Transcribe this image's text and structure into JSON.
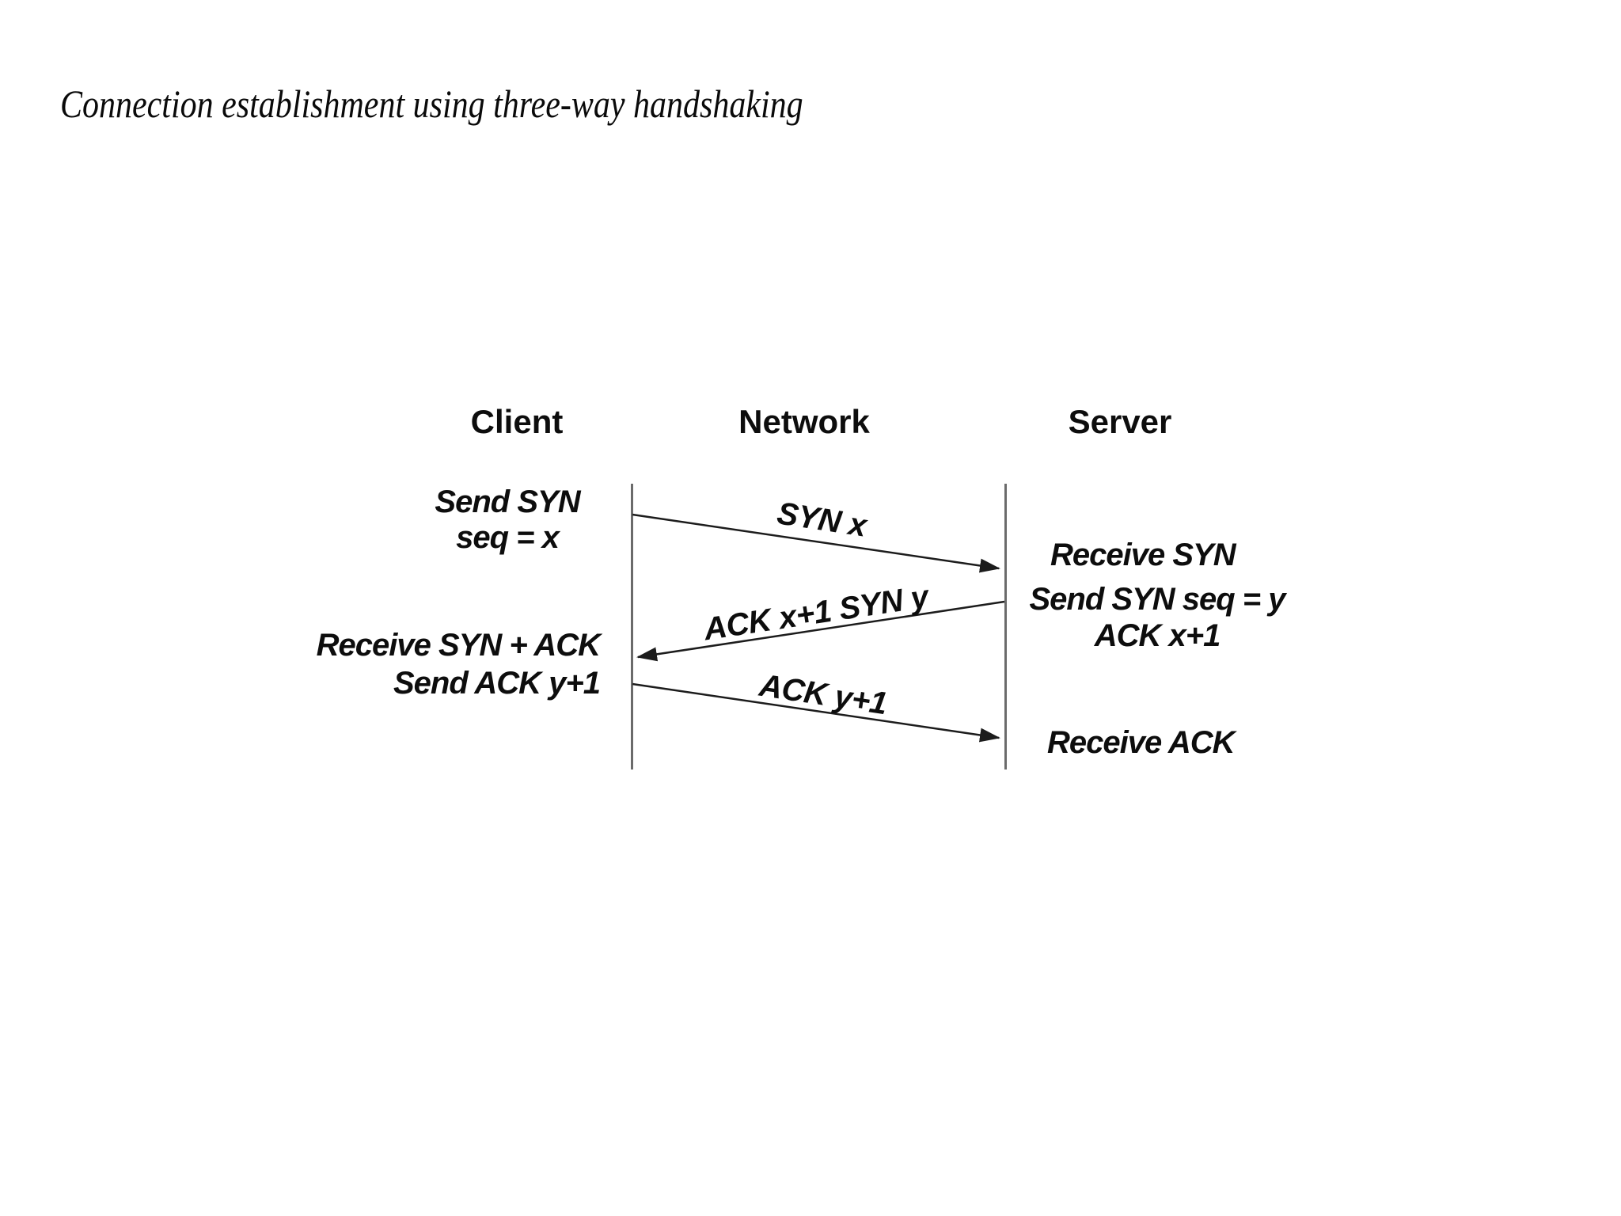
{
  "title": "Connection establishment using three-way handshaking",
  "diagram": {
    "headers": {
      "client": "Client",
      "network": "Network",
      "server": "Server"
    },
    "client": {
      "event1_line1": "Send SYN",
      "event1_line2": "seq = x",
      "event2_line1": "Receive SYN + ACK",
      "event2_line2": "Send ACK y+1"
    },
    "server": {
      "event1": "Receive SYN",
      "event2_line1": "Send SYN seq = y",
      "event2_line2": "ACK x+1",
      "event3": "Receive ACK"
    },
    "messages": {
      "msg1": "SYN x",
      "msg2": "ACK x+1 SYN y",
      "msg3": "ACK y+1"
    },
    "colors": {
      "text": "#0d0d0d",
      "timeline": "#6b6b6b",
      "arrow": "#1c1c1c"
    }
  }
}
